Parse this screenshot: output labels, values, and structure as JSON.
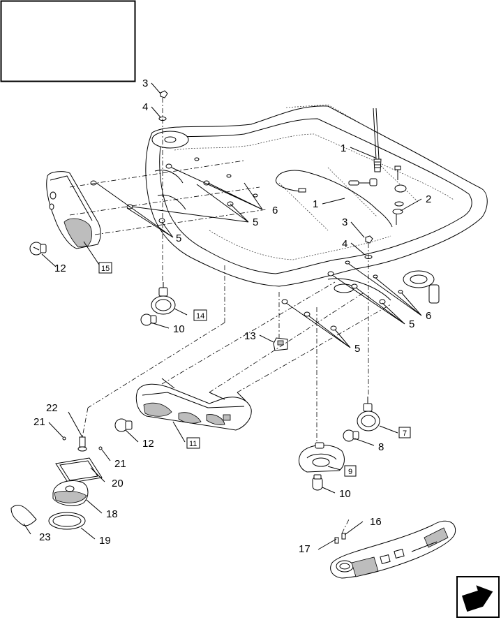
{
  "callouts": {
    "c1a": "1",
    "c1b": "1",
    "c2": "2",
    "c3a": "3",
    "c3b": "3",
    "c4a": "4",
    "c4b": "4",
    "c5a": "5",
    "c5b": "5",
    "c5c": "5",
    "c5d": "5",
    "c6a": "6",
    "c6b": "6",
    "c7": "7",
    "c8": "8",
    "c9": "9",
    "c10a": "10",
    "c10b": "10",
    "c11": "11",
    "c12a": "12",
    "c12b": "12",
    "c13": "13",
    "c14": "14",
    "c15": "15",
    "c16": "16",
    "c17": "17",
    "c18": "18",
    "c19": "19",
    "c20": "20",
    "c21a": "21",
    "c21b": "21",
    "c22": "22",
    "c23": "23"
  }
}
